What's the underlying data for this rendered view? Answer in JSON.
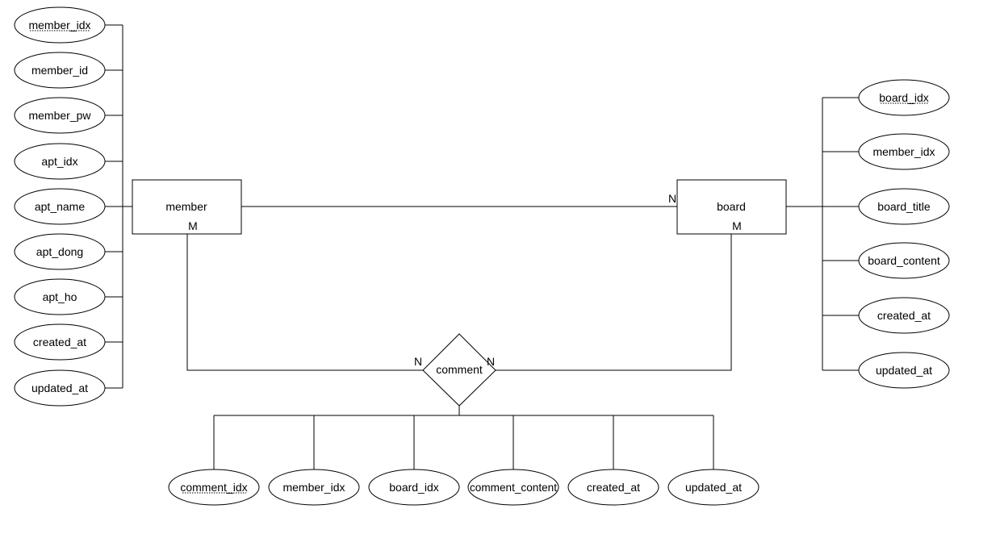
{
  "entities": {
    "member": {
      "label": "member",
      "cardinality_label": "M",
      "attributes": [
        "member_idx",
        "member_id",
        "member_pw",
        "apt_idx",
        "apt_name",
        "apt_dong",
        "apt_ho",
        "created_at",
        "updated_at"
      ],
      "primary_key": "member_idx"
    },
    "board": {
      "label": "board",
      "cardinality_label": "M",
      "left_cardinality_label": "N",
      "attributes": [
        "board_idx",
        "member_idx",
        "board_title",
        "board_content",
        "created_at",
        "updated_at"
      ],
      "primary_key": "board_idx"
    }
  },
  "relationship": {
    "label": "comment",
    "left_cardinality_label": "N",
    "right_cardinality_label": "N",
    "attributes": [
      "comment_idx",
      "member_idx",
      "board_idx",
      "comment_content",
      "created_at",
      "updated_at"
    ],
    "primary_key": "comment_idx"
  },
  "colors": {
    "stroke": "#000000",
    "fill": "#ffffff",
    "text": "#000000"
  }
}
